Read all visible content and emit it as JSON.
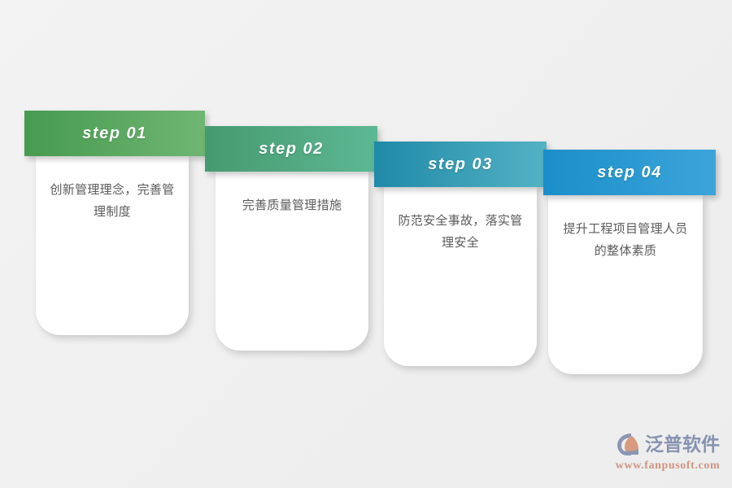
{
  "background_color": "#f1f1f1",
  "steps": [
    {
      "label": "step 01",
      "text": "创新管理理念，完善管理制度",
      "band_color_from": "#479a50",
      "band_color_to": "#6fb672"
    },
    {
      "label": "step 02",
      "text": "完善质量管理措施",
      "band_color_from": "#479a6f",
      "band_color_to": "#5cb894"
    },
    {
      "label": "step 03",
      "text": "防范安全事故，落实管理安全",
      "band_color_from": "#1f8aa8",
      "band_color_to": "#54b2c4"
    },
    {
      "label": "step 04",
      "text": "提升工程项目管理人员的整体素质",
      "band_color_from": "#1b8ec9",
      "band_color_to": "#3ba5da"
    }
  ],
  "brand": {
    "name": "泛普软件",
    "url": "www.fanpusoft.com",
    "mark_color_primary": "#8190b0",
    "mark_color_accent": "#d79376",
    "name_color": "#7e8bab",
    "url_color": "#cf8c7a"
  }
}
